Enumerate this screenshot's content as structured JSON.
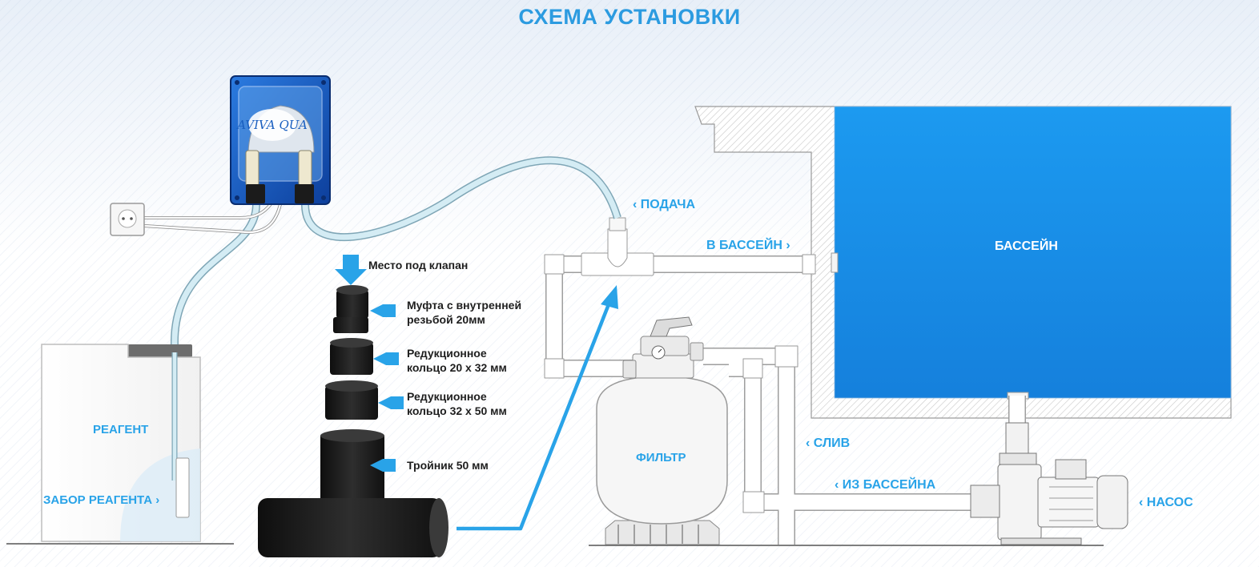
{
  "title": "СХЕМА УСТАНОВКИ",
  "logo_text": "AVIVA QUA",
  "labels": {
    "podacha": "ПОДАЧА",
    "v_basseyn": "В БАССЕЙН",
    "basseyn": "БАССЕЙН",
    "sliv": "СЛИВ",
    "iz_basseyna": "ИЗ БАССЕЙНА",
    "nasos": "НАСОС",
    "filtr": "ФИЛЬТР",
    "reagent": "РЕАГЕНТ",
    "zabor_reagenta": "ЗАБОР РЕАГЕНТА"
  },
  "parts": [
    {
      "name": "valve-place",
      "text": "Место под клапан"
    },
    {
      "name": "coupling",
      "text": "Муфта с внутренней\nрезьбой 20мм"
    },
    {
      "name": "reducer-20-32",
      "text": "Редукционное\nкольцо 20 х 32 мм"
    },
    {
      "name": "reducer-32-50",
      "text": "Редукционное\nкольцо 32 х 50 мм"
    },
    {
      "name": "tee-50",
      "text": "Тройник 50 мм"
    }
  ],
  "colors": {
    "accent": "#29a3e8",
    "pool_water": "#1f8fe6",
    "pump_housing": "#1a5fc0",
    "pipe_black": "#1c1c1c",
    "tube": "#c8e4ee"
  }
}
